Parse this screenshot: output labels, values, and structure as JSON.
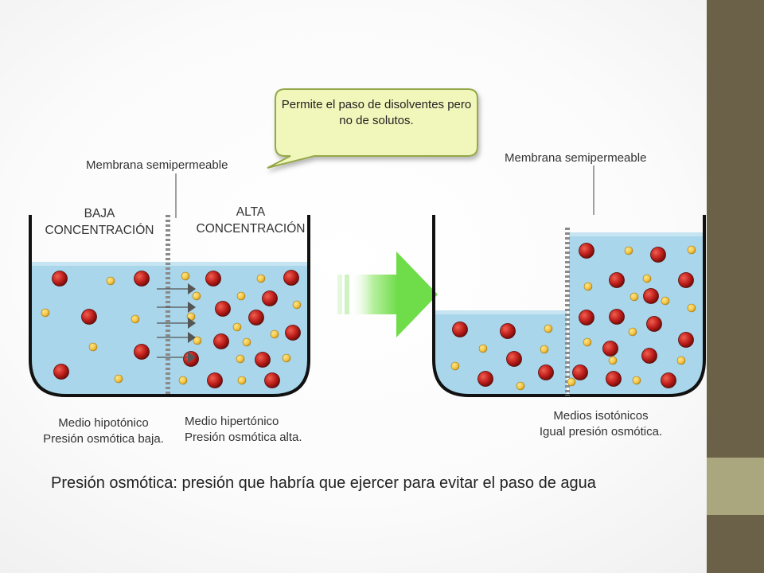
{
  "callout": {
    "text": "Permite el paso de disolventes pero no de solutos."
  },
  "left_diagram": {
    "membrane_label": "Membrana semipermeable",
    "low_label": "BAJA CONCENTRACIÓN",
    "high_label": "ALTA CONCENTRACIÓN",
    "left_medium": {
      "line1": "Medio hipotónico",
      "line2": "Presión osmótica baja."
    },
    "right_medium": {
      "line1": "Medio hipertónico",
      "line2": "Presión osmótica alta."
    }
  },
  "right_diagram": {
    "membrane_label": "Membrana semipermeable",
    "medium": {
      "line1": "Medios isotónicos",
      "line2": "Igual presión osmótica."
    }
  },
  "caption": "Presión osmótica: presión que habría que ejercer para evitar el paso de agua",
  "colors": {
    "water": "#a9d6ea",
    "solute": "#c0201c",
    "solvent": "#f2c443",
    "arrow": "#7ee05a",
    "callout_fill": "#f1f6ba",
    "callout_border": "#95a84a",
    "sidebar": "#6b6148",
    "sidebar_band": "#aaa77f"
  }
}
